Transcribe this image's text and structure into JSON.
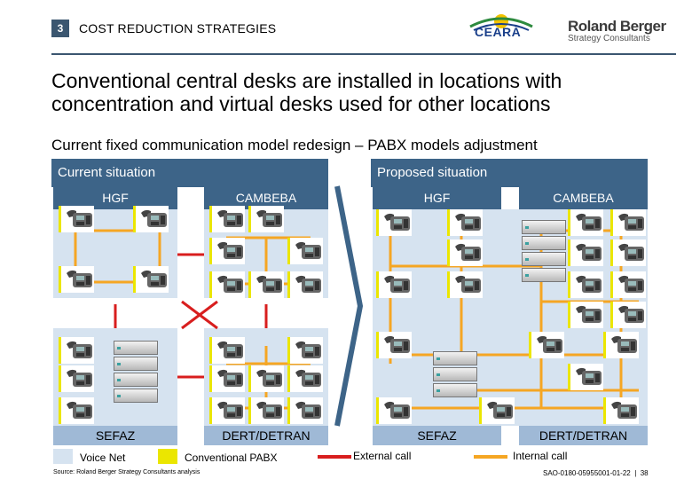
{
  "header": {
    "section_number": "3",
    "section_title": "COST REDUCTION STRATEGIES"
  },
  "logos": {
    "ceara": "CEARÁ",
    "rb_name": "Roland Berger",
    "rb_tagline": "Strategy Consultants"
  },
  "headline": "Conventional central desks are installed in locations with concentration and virtual desks used for other locations",
  "subtitle": "Current fixed communication model redesign – PABX models adjustment",
  "current": {
    "title": "Current situation",
    "zones": {
      "hgf": "HGF",
      "cambeba": "CAMBEBA",
      "sefaz": "SEFAZ",
      "dert": "DERT/DETRAN"
    }
  },
  "proposed": {
    "title": "Proposed situation",
    "zones": {
      "hgf": "HGF",
      "cambeba": "CAMBEBA",
      "sefaz": "SEFAZ",
      "dert": "DERT/DETRAN"
    }
  },
  "legend": {
    "voice_net": "Voice Net",
    "conventional_pabx": "Conventional PABX",
    "external_call": "External call",
    "internal_call": "Internal call"
  },
  "footer": {
    "source": "Source: Roland Berger Strategy Consultants analysis",
    "doc_id": "SAO-0180-05955001-01-22",
    "page": "38"
  },
  "colors": {
    "header_blue": "#3d6488",
    "light_blue": "#d6e3f0",
    "label_blue": "#9fb9d6",
    "voice_net": "#d6e3f0",
    "pabx_yellow": "#ebe600",
    "external_red": "#d81e1e",
    "internal_orange": "#f5a623"
  },
  "icons": [
    "desk-phone-icon",
    "pabx-server-icon",
    "chevron-right-icon"
  ]
}
